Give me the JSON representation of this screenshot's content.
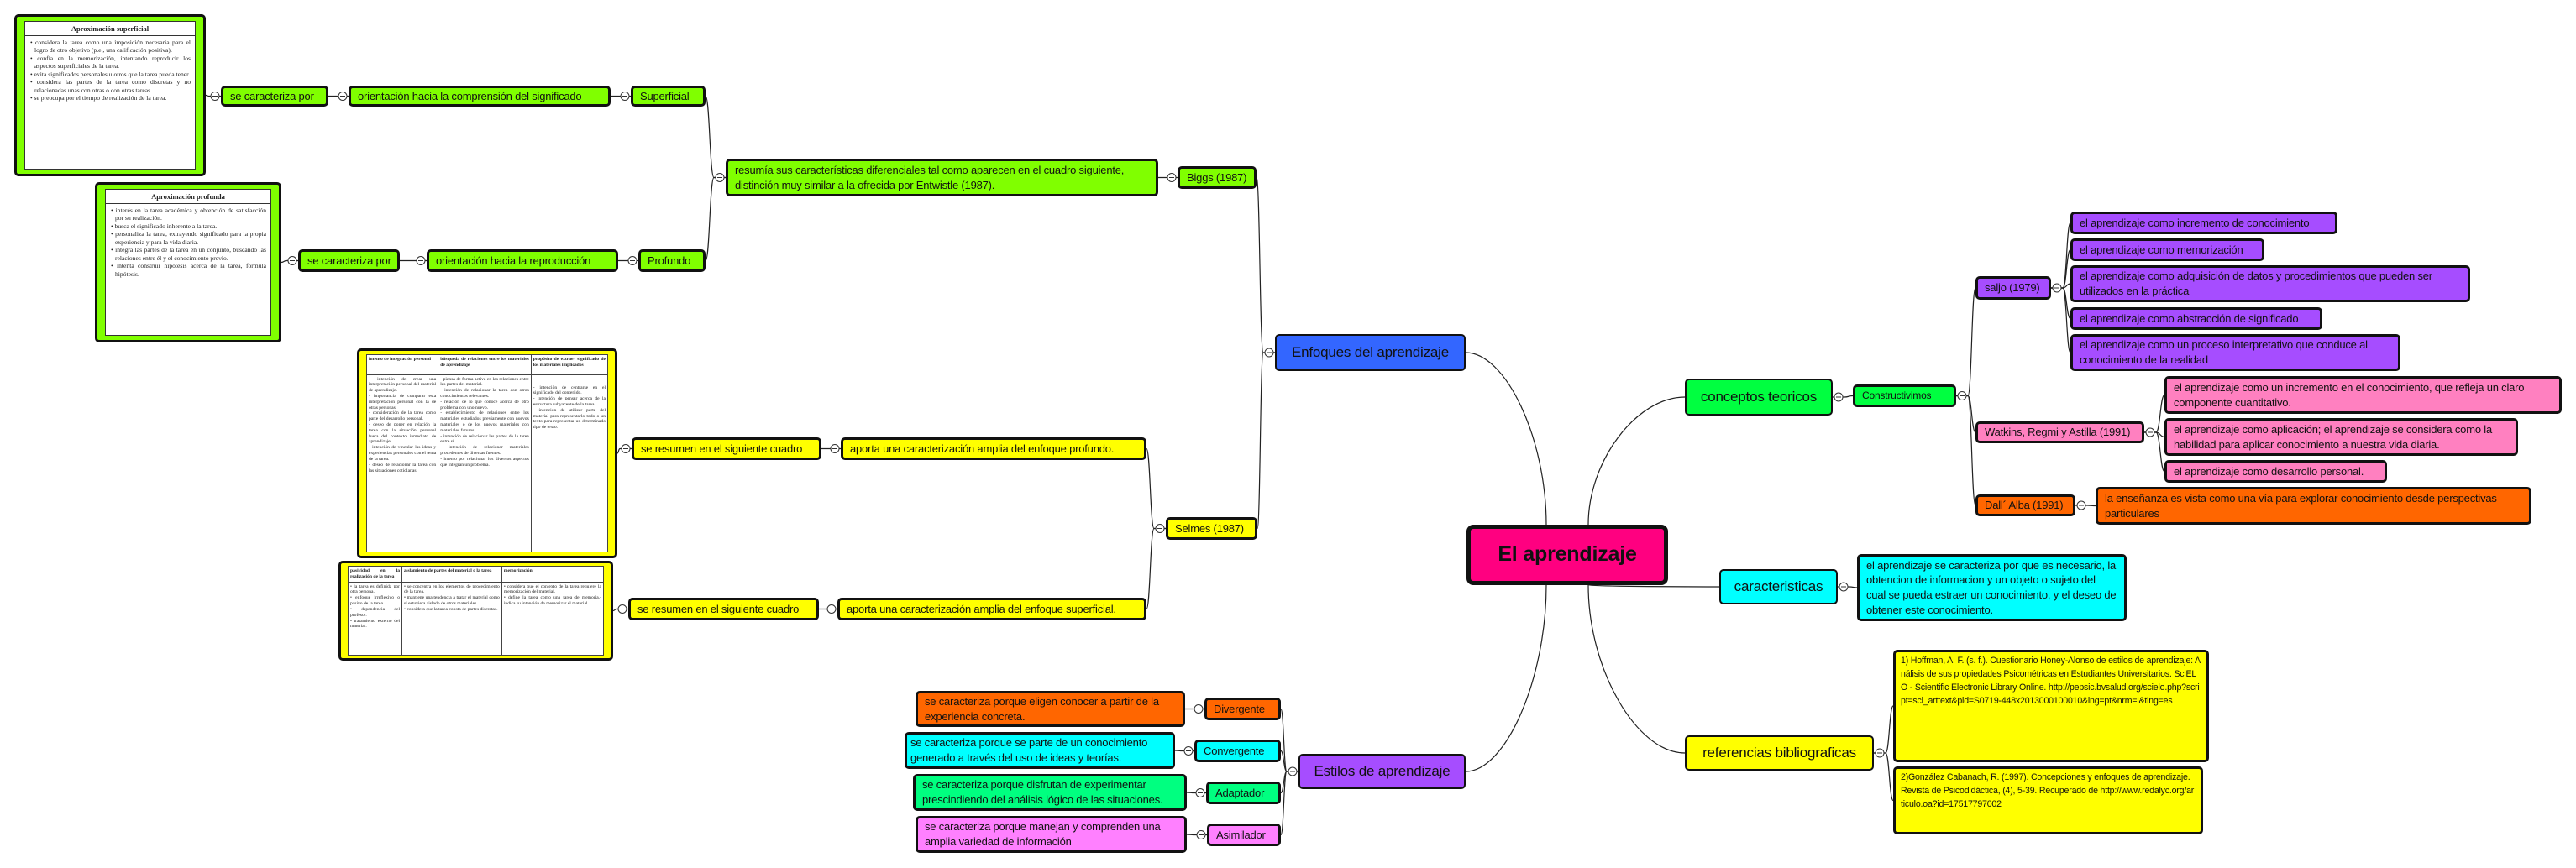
{
  "root": {
    "label": "El aprendizaje"
  },
  "enfoques": {
    "label": "Enfoques del aprendizaje",
    "biggs": {
      "label": "Biggs (1987)",
      "summary": " resumía sus características diferenciales tal como aparecen en el cuadro siguiente, distinción muy similar a la ofrecida por Entwistle (1987).",
      "superficial": {
        "label": "Superficial",
        "orientation": "orientación hacia la comprensión del significado",
        "relation": "se caracteriza por",
        "table": {
          "title": "Aproximación superficial",
          "items": [
            "• considera la tarea como una imposición necesaria para el logro de otro objetivo (p.e., una calificación positiva).",
            "• confía en la memorización, intentando reproducir los aspectos superficiales de la tarea.",
            "• evita significados personales u otros que la tarea pueda tener.",
            "• considera las partes de la tarea como discretas y no relacionadas unas con otras o con otras tareas.",
            "• se preocupa por el tiempo de realización de la tarea."
          ]
        }
      },
      "profundo": {
        "label": "Profundo",
        "orientation": "orientación hacia la reproducción",
        "relation": "se caracteriza por",
        "table": {
          "title": "Aproximación profunda",
          "items": [
            "• interés en la tarea académica y obtención de satisfacción por su realización.",
            "• busca el significado inherente a la tarea.",
            "• personaliza la tarea, extrayendo significado para la propia experiencia y para la vida diaria.",
            "• integra las partes de la tarea en un conjunto, buscando las relaciones entre él y el conocimiento previo.",
            "• intenta construir hipótesis acerca de la tarea, formula hipótesis."
          ]
        }
      }
    },
    "selmes": {
      "label": "Selmes (1987)",
      "profundo": {
        "description": "aporta una caracterización amplia del enfoque profundo.",
        "relation": "se resumen en el siguiente cuadro",
        "table": {
          "headers": [
            "intento de integración personal",
            "búsqueda de relaciones entre los materiales de aprendizaje",
            "propósito de extraer significado de los materiales implicados"
          ],
          "cells": [
            [
              "- intención de crear una interpretación personal del material de aprendizaje.",
              "- importancia de comparar esta interpretación personal con la de otras personas.",
              "- consideración de la tarea como parte del desarrollo personal.",
              "- deseo de poner en relación la tarea con la situación personal fuera del contexto inmediato de aprendizaje.",
              "- intención de vincular las ideas y experiencias personales con el tema de la tarea.",
              "- deseo de relacionar la tarea con las situaciones cotidianas."
            ],
            [
              "- piensa de forma activa en las relaciones entre las partes del material.",
              "- intención de relacionar la tarea con otros conocimientos relevantes.",
              "- relación de lo que conoce acerca de otro problema con uno nuevo.",
              "- establecimiento de relaciones entre los materiales estudiados previamente con nuevos materiales o de los nuevos materiales con materiales futuros.",
              "- intención de relacionar las partes de la tarea entre sí.",
              "- intención de relacionar materiales procedentes de diversas fuentes.",
              "- intento por relacionar los diversos aspectos que integran un problema."
            ],
            [
              "- intención de centrarse en el significado del contenido.",
              "- intención de pensar acerca de la estructura subyacente de la tarea.",
              "- intención de utilizar parte del material para representarlo todo o un texto para representar un determinado tipo de texto."
            ]
          ]
        }
      },
      "superficial": {
        "description": "aporta una caracterización amplia del enfoque superficial.",
        "relation": "se resumen en el siguiente cuadro",
        "table": {
          "headers": [
            "pasividad en la realización de la tarea",
            "aislamiento de partes del material o la tarea",
            "memorización"
          ],
          "cells": [
            [
              "• la tarea es definida por otra persona.",
              "• enfoque irreflexivo o pasivo de la tarea.",
              "• dependencia del profesor.",
              "• tratamiento externo del material."
            ],
            [
              "• se concentra en los elementos de procedimiento de la tarea.",
              "• mantiene una tendencia a tratar el material como si estuviera aislado de otros materiales.",
              "• considera que la tarea consta de partes discretas."
            ],
            [
              "• considera que el contexto de la tarea requiere la memorización del material.",
              "• define la tarea como una tarea de memoria.- indica su intención de memorizar el material."
            ]
          ]
        }
      }
    }
  },
  "estilos": {
    "label": "Estilos de aprendizaje",
    "styles": [
      {
        "label": "Divergente",
        "description": "se caracteriza porque eligen conocer a partir de la experiencia concreta.",
        "color": "#ff6600"
      },
      {
        "label": "Convergente",
        "description": "se caracteriza porque se parte de un conocimiento generado a través del uso de ideas y teorías.",
        "color": "#00ffff"
      },
      {
        "label": "Adaptador",
        "description": "se caracteriza porque  disfrutan de experimentar prescindiendo del análisis lógico de las situaciones.",
        "color": "#00ff80"
      },
      {
        "label": "Asimilador",
        "description": "se caracteriza porque manejan y comprenden una amplia variedad de información",
        "color": "#ff80ff"
      }
    ]
  },
  "conceptos": {
    "label": "conceptos teoricos",
    "constructivismo": {
      "label": "Constructivimos",
      "authors": [
        {
          "label": "saljo (1979)",
          "items": [
            "el aprendizaje como incremento de conocimiento",
            "el aprendizaje como memorización",
            " el aprendizaje como adquisición de datos y procedimientos que pueden ser utilizados en la práctica",
            "el aprendizaje como abstracción de significado",
            "el aprendizaje como un proceso interpretativo que conduce al conocimiento de la realidad"
          ]
        },
        {
          "label": "Watkins, Regmi y Astilla (1991)",
          "items": [
            " el aprendizaje como un incremento en el conocimiento, que refleja un claro componente cuantitativo.",
            "el aprendizaje como aplicación; el aprendizaje se considera como la habilidad para aplicar conocimiento a nuestra vida diaria.",
            "el aprendizaje como desarrollo personal."
          ]
        },
        {
          "label": "Dall´ Alba (1991)",
          "items": [
            "la enseñanza es vista como una vía para explorar conocimiento desde perspectivas particulares"
          ]
        }
      ]
    }
  },
  "caracteristicas": {
    "label": "caracteristicas",
    "description": "el aprendizaje se caracteriza por que es necesario, la obtencion de informacion y un objeto o sujeto del cual se pueda estraer un conocimiento, y el deseo de obtener este conocimiento."
  },
  "referencias": {
    "label": "referencias bibliograficas",
    "items": [
      "1)  Hoffman, A. F. (s. f.). Cuestionario Honey-Alonso de estilos de aprendizaje: Análisis de sus propiedades Psicométricas en Estudiantes Universitarios. SciELO - Scientific Electronic Library Online. http://pepsic.bvsalud.org/scielo.php?script=sci_arttext&pid=S0719-448x2013000100010&lng=pt&nrm=i&tlng=es",
      "2)González Cabanach, R. (1997). Concepciones y enfoques de aprendizaje. Revista de Psicodidáctica, (4), 5-39. Recuperado de http://www.redalyc.org/articulo.oa?id=17517797002"
    ]
  },
  "colors": {
    "root": "#ff0080",
    "enfoques": "#3366ff",
    "biggs_branch": "#80ff00",
    "selmes_branch": "#ffff00",
    "estilos": "#a64dff",
    "conceptos": "#00ff40",
    "saljo": "#a64dff",
    "watkins": "#ff80c0",
    "dall": "#ff6600",
    "caracteristicas": "#00ffff",
    "referencias": "#ffff00"
  },
  "icons": {
    "collapse": "collapse-circle-icon"
  }
}
